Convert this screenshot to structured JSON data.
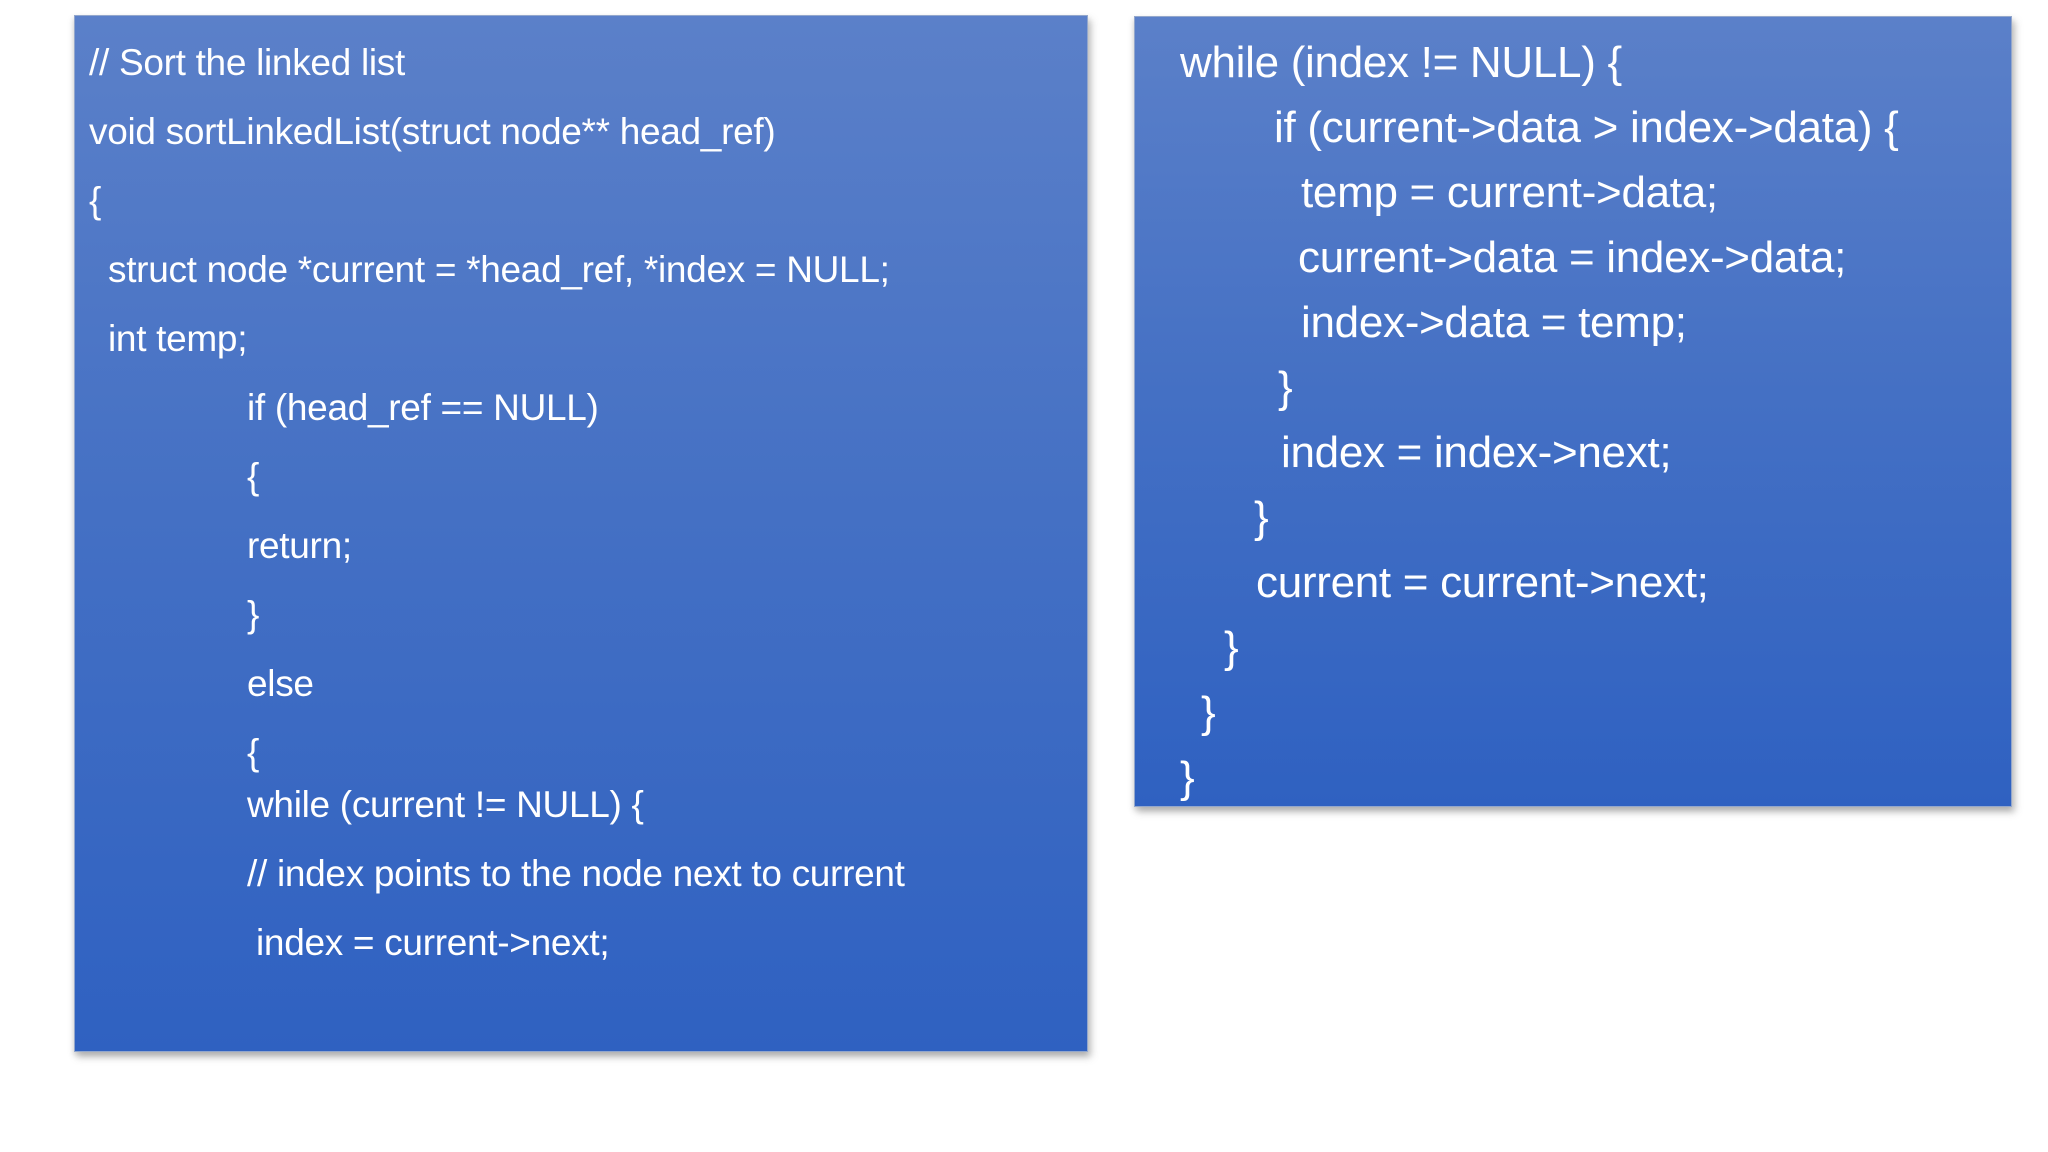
{
  "page": {
    "background": "#ffffff"
  },
  "colors": {
    "panel_gradient_top": "#5b80c9",
    "panel_gradient_mid": "#4470c4",
    "panel_gradient_bottom": "#2f61c1",
    "panel_border": "#93a7cc",
    "code_text": "#ffffff"
  },
  "panels": [
    {
      "id": "panel-left",
      "name": "sort-linked-list-function-code",
      "lines": [
        {
          "text": "// Sort the linked list",
          "ind": 14
        },
        {
          "text": "void sortLinkedList(struct node** head_ref)",
          "ind": 14
        },
        {
          "text": "{",
          "ind": 14
        },
        {
          "text": "struct node *current = *head_ref, *index = NULL;",
          "ind": 33
        },
        {
          "text": "int temp;",
          "ind": 33
        },
        {
          "text": "if (head_ref == NULL)",
          "ind": 172
        },
        {
          "text": "{",
          "ind": 172
        },
        {
          "text": "return;",
          "ind": 172
        },
        {
          "text": "}",
          "ind": 172
        },
        {
          "text": "else",
          "ind": 172
        },
        {
          "text": "{",
          "ind": 172
        },
        {
          "text": "while (current != NULL) {",
          "ind": 172,
          "tight": true
        },
        {
          "text": "// index points to the node next to current",
          "ind": 172
        },
        {
          "text": "index = current->next;",
          "ind": 181
        }
      ]
    },
    {
      "id": "panel-right",
      "name": "inner-while-loop-code",
      "lines": [
        {
          "text": "while (index != NULL) {",
          "ind": 45
        },
        {
          "text": "if (current->data > index->data) {",
          "ind": 139
        },
        {
          "text": "temp = current->data;",
          "ind": 166
        },
        {
          "text": "current->data = index->data;",
          "ind": 163
        },
        {
          "text": "index->data = temp;",
          "ind": 166
        },
        {
          "text": "}",
          "ind": 143
        },
        {
          "text": "index = index->next;",
          "ind": 146
        },
        {
          "text": "}",
          "ind": 119
        },
        {
          "text": "current = current->next;",
          "ind": 121
        },
        {
          "text": "}",
          "ind": 89
        },
        {
          "text": "}",
          "ind": 66
        },
        {
          "text": "}",
          "ind": 45
        }
      ]
    }
  ]
}
